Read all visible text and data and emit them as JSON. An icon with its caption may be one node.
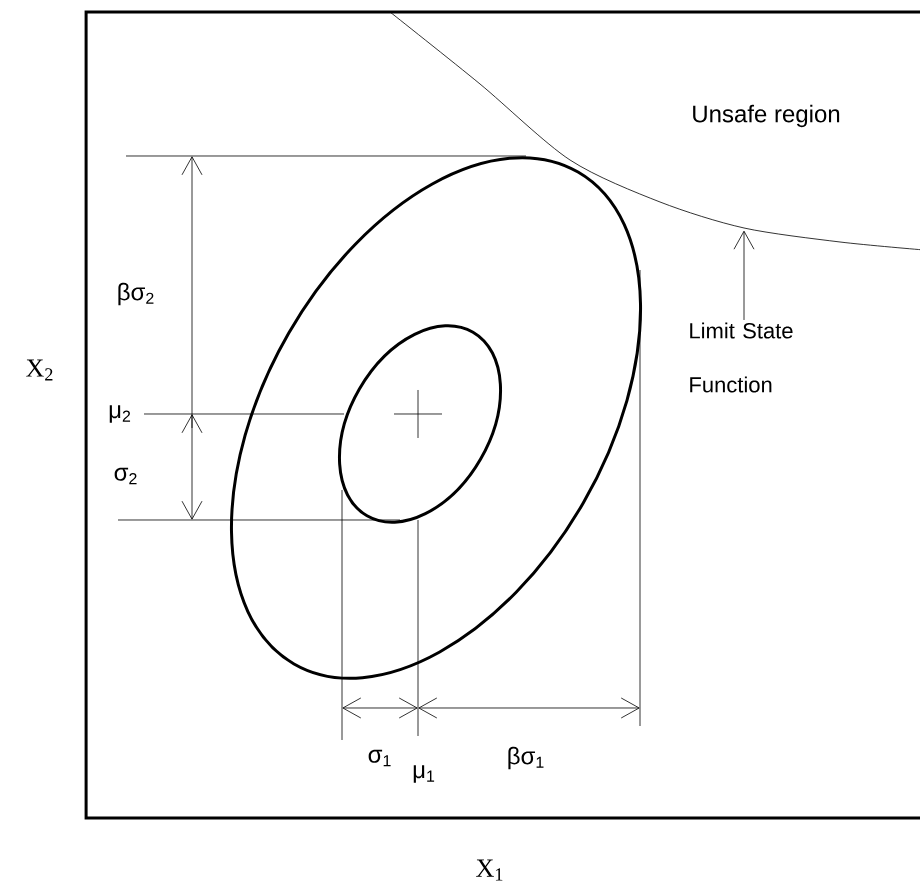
{
  "diagram": {
    "nodes": [
      {
        "text": [
          "Limit State Function"
        ]
      },
      {
        "text": [],
        "shape": "curve"
      }
    ],
    "edges": [
      {
        "from": 0,
        "to": 1,
        "arrow": "to"
      }
    ],
    "labels": [
      "Unsafe region",
      "βσ$_{2}$",
      "X$_{2}$",
      "μ$_{2}$",
      "σ$_{2}$",
      "σ$_{1}$",
      "μ$_{1}$",
      "βσ$_{1}$",
      "X$_{1}$"
    ]
  }
}
